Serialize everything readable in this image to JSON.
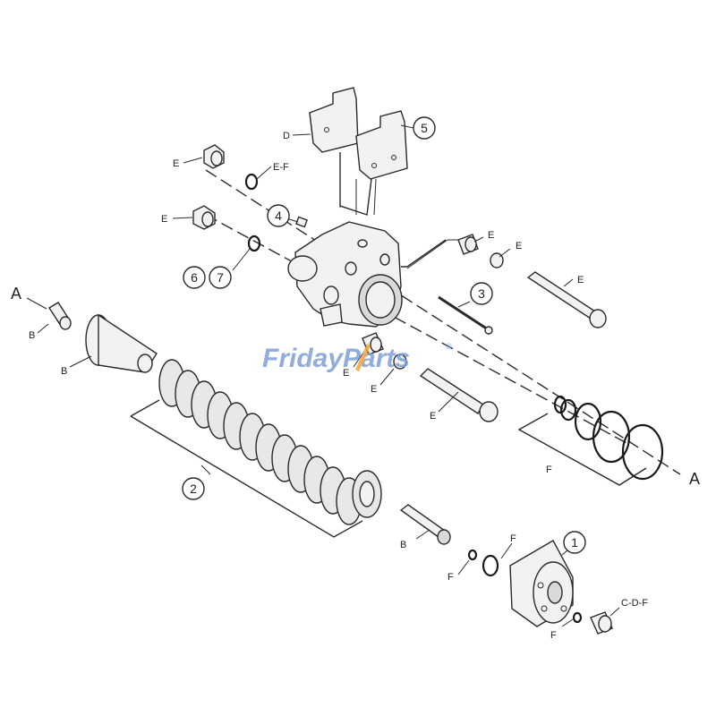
{
  "diagram": {
    "section_markers": [
      "A",
      "A"
    ],
    "callouts": [
      "1",
      "2",
      "3",
      "4",
      "5",
      "6",
      "7"
    ],
    "letter_labels": {
      "d_pad": "D",
      "e_nut_top": "E",
      "ef_oring_top": "E-F",
      "e_nut_mid": "E",
      "e_bush_right": "E",
      "e_washer_right": "E",
      "e_bolt_right": "E",
      "b_pin_left": "B",
      "b_head_left": "B",
      "e_washer_center": "E",
      "e_bush_center": "E",
      "e_bolt_center": "E",
      "f_seals": "F",
      "b_rod": "B",
      "f_oring_small": "F",
      "f_oring_large": "F",
      "f_oring_plug": "F",
      "cdf_plug": "C-D-F"
    },
    "watermark": {
      "left": "Friday",
      "right": "Parts",
      "mark": "®"
    },
    "colors": {
      "watermark_blue": "#7f9fd6",
      "watermark_orange": "#f2a23a",
      "ink": "#2a2a2a"
    }
  }
}
